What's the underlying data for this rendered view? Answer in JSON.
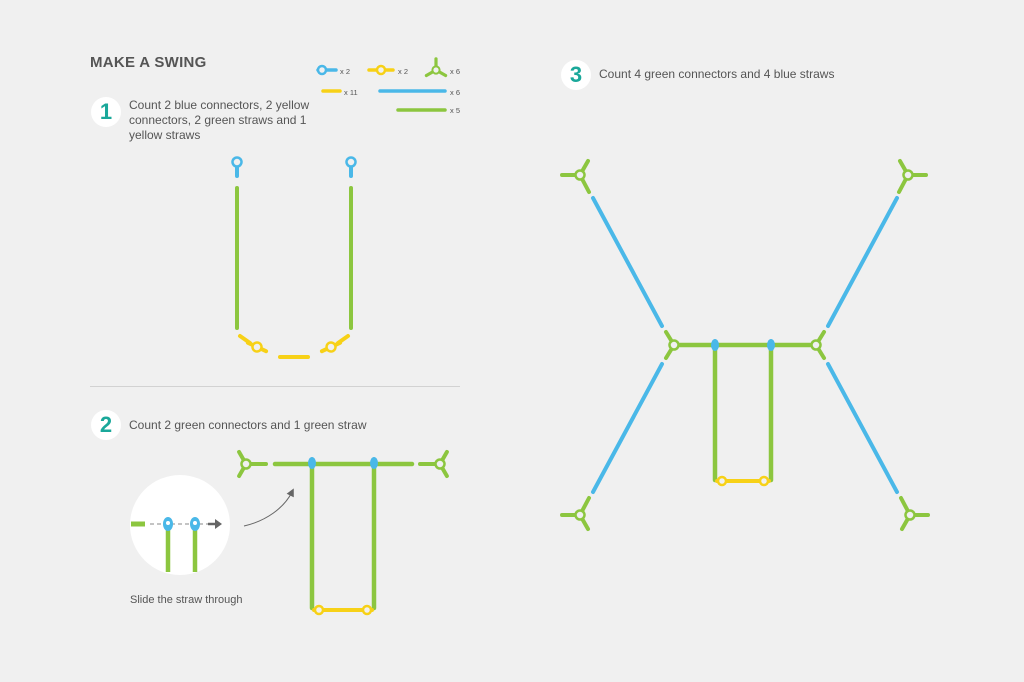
{
  "title": "MAKE A SWING",
  "legend": [
    {
      "item": "blue-connector",
      "qty": "x 2"
    },
    {
      "item": "yellow-connector",
      "qty": "x 2"
    },
    {
      "item": "green-connector",
      "qty": "x 6"
    },
    {
      "item": "yellow-straw",
      "qty": "x 11"
    },
    {
      "item": "blue-straw",
      "qty": "x 6"
    },
    {
      "item": "green-straw",
      "qty": "x 5"
    }
  ],
  "steps": [
    {
      "number": "1",
      "text": "Count 2 blue connectors, 2 yellow connectors, 2 green straws and 1 yellow straws"
    },
    {
      "number": "2",
      "text": "Count 2 green connectors and 1 green straw"
    },
    {
      "number": "3",
      "text": "Count 4 green connectors and 4 blue straws"
    }
  ],
  "caption": "Slide the straw through",
  "colors": {
    "green": "#8cc63f",
    "blue": "#4ab8e8",
    "yellow": "#f7d117",
    "teal": "#1aa89a",
    "text": "#555555",
    "background": "#f0f0f0"
  }
}
